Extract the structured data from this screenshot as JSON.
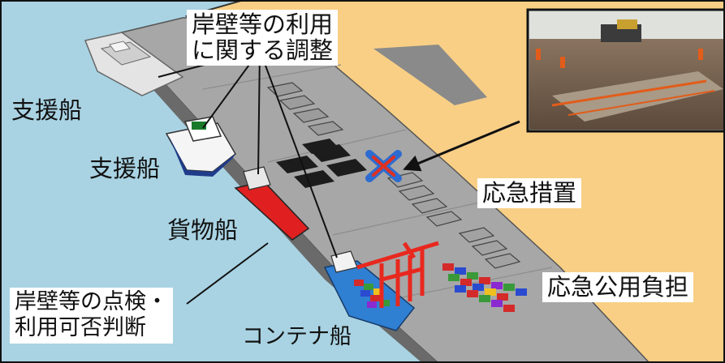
{
  "labels": {
    "coordination_line1": "岸壁等の利用",
    "coordination_line2": "に関する調整",
    "support_ship_1": "支援船",
    "support_ship_2": "支援船",
    "cargo_ship": "貨物船",
    "inspection_line1": "岸壁等の点検・",
    "inspection_line2": "利用可否判断",
    "container_ship": "コンテナ船",
    "emergency_measures": "応急措置",
    "emergency_public_burden": "応急公用負担"
  },
  "colors": {
    "sea": "#a9d3e3",
    "land": "#f8cf85",
    "pier_top": "#a9a9a9",
    "pier_face": "#707070",
    "crane": "#e8281e",
    "cargo_hull": "#e02020",
    "container_hull": "#2f7fd3",
    "damage_mark": "#e03020",
    "damage_outline": "#2e6bd0"
  },
  "icons": {
    "damage": "x-mark-icon",
    "photo": "photo-inset",
    "arrow": "arrow-left-icon"
  }
}
